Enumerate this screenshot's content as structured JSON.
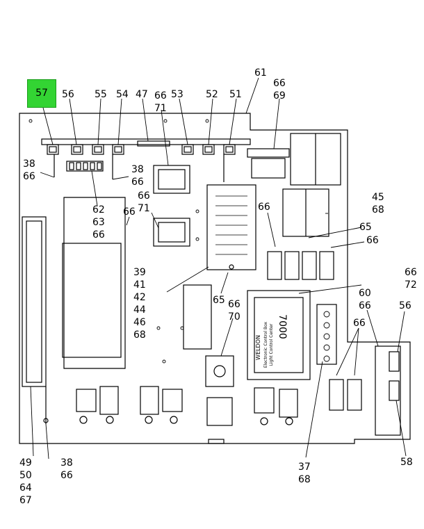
{
  "highlighted_callout": {
    "label": "57",
    "color": "#33d433"
  },
  "callouts": [
    {
      "id": "c56a",
      "lines": [
        "56"
      ]
    },
    {
      "id": "c55",
      "lines": [
        "55"
      ]
    },
    {
      "id": "c54",
      "lines": [
        "54"
      ]
    },
    {
      "id": "c47",
      "lines": [
        "47"
      ]
    },
    {
      "id": "c6671a",
      "lines": [
        "66",
        "71"
      ]
    },
    {
      "id": "c53",
      "lines": [
        "53"
      ]
    },
    {
      "id": "c52",
      "lines": [
        "52"
      ]
    },
    {
      "id": "c51",
      "lines": [
        "51"
      ]
    },
    {
      "id": "c61",
      "lines": [
        "61"
      ]
    },
    {
      "id": "c6669",
      "lines": [
        "66",
        "69"
      ]
    },
    {
      "id": "c3866a",
      "lines": [
        "38",
        "66"
      ]
    },
    {
      "id": "c3866b",
      "lines": [
        "38",
        "66"
      ]
    },
    {
      "id": "c626366",
      "lines": [
        "62",
        "63",
        "66"
      ]
    },
    {
      "id": "c66a",
      "lines": [
        "66"
      ]
    },
    {
      "id": "c6671b",
      "lines": [
        "66",
        "71"
      ]
    },
    {
      "id": "c66b",
      "lines": [
        "66"
      ]
    },
    {
      "id": "c4568",
      "lines": [
        "45",
        "68"
      ]
    },
    {
      "id": "c65a",
      "lines": [
        "65"
      ]
    },
    {
      "id": "c66c",
      "lines": [
        "66"
      ]
    },
    {
      "id": "c3941",
      "lines": [
        "39",
        "41",
        "42",
        "44",
        "46",
        "68"
      ]
    },
    {
      "id": "c65b",
      "lines": [
        "65"
      ]
    },
    {
      "id": "c6670",
      "lines": [
        "66",
        "70"
      ]
    },
    {
      "id": "c6672",
      "lines": [
        "66",
        "72"
      ]
    },
    {
      "id": "c6066",
      "lines": [
        "60",
        "66"
      ]
    },
    {
      "id": "c56b",
      "lines": [
        "56"
      ]
    },
    {
      "id": "c66d",
      "lines": [
        "66"
      ]
    },
    {
      "id": "c49",
      "lines": [
        "49",
        "50",
        "64",
        "67"
      ]
    },
    {
      "id": "c3866c",
      "lines": [
        "38",
        "66"
      ]
    },
    {
      "id": "c3768",
      "lines": [
        "37",
        "68"
      ]
    },
    {
      "id": "c58",
      "lines": [
        "58"
      ]
    }
  ],
  "nameplate": {
    "model": "7000",
    "brand": "WELDON",
    "lines": [
      "Electronic Control Box",
      "Light Control Center"
    ]
  }
}
